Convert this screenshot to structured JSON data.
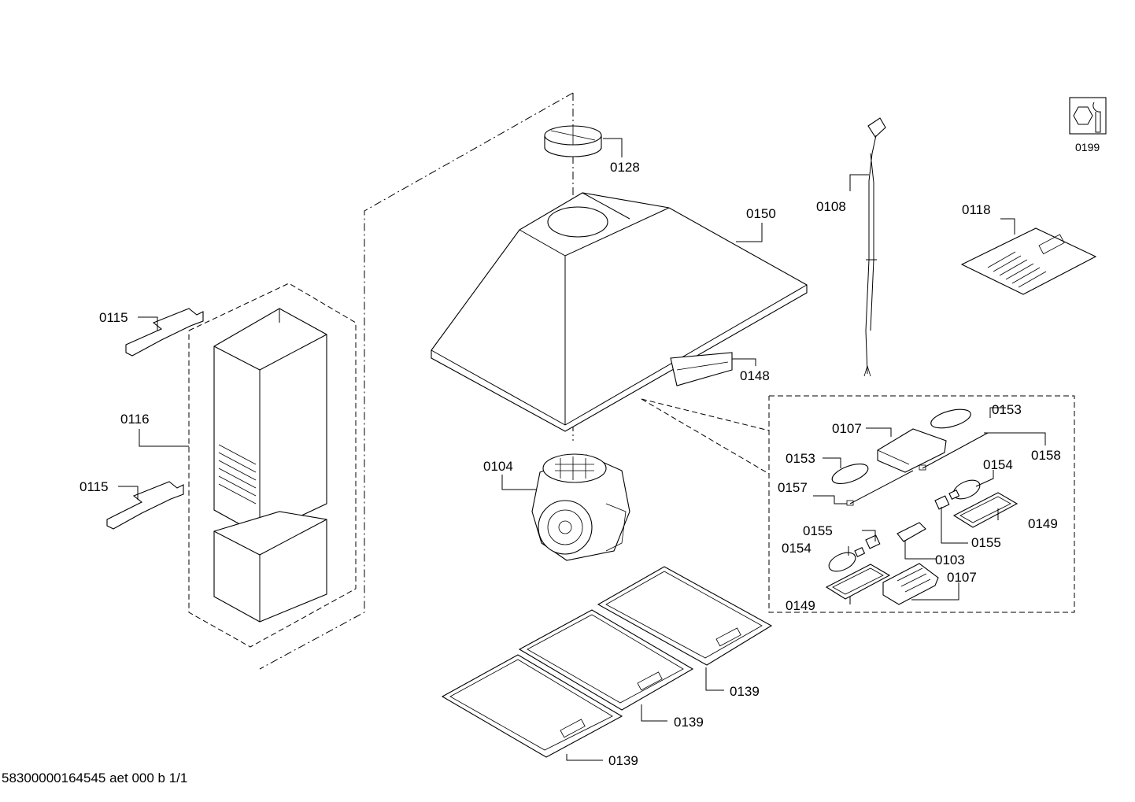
{
  "labels": {
    "p0128": "0128",
    "p0150": "0150",
    "p0108": "0108",
    "p0118": "0118",
    "p0199": "0199",
    "p0115a": "0115",
    "p0115b": "0115",
    "p0116": "0116",
    "p0148": "0148",
    "p0104": "0104",
    "p0153a": "0153",
    "p0153b": "0153",
    "p0107a": "0107",
    "p0107b": "0107",
    "p0158": "0158",
    "p0157": "0157",
    "p0154a": "0154",
    "p0154b": "0154",
    "p0155a": "0155",
    "p0155b": "0155",
    "p0149a": "0149",
    "p0149b": "0149",
    "p0103": "0103",
    "p0139a": "0139",
    "p0139b": "0139",
    "p0139c": "0139"
  },
  "footer": "58300000164545 aet 000 b 1/1"
}
